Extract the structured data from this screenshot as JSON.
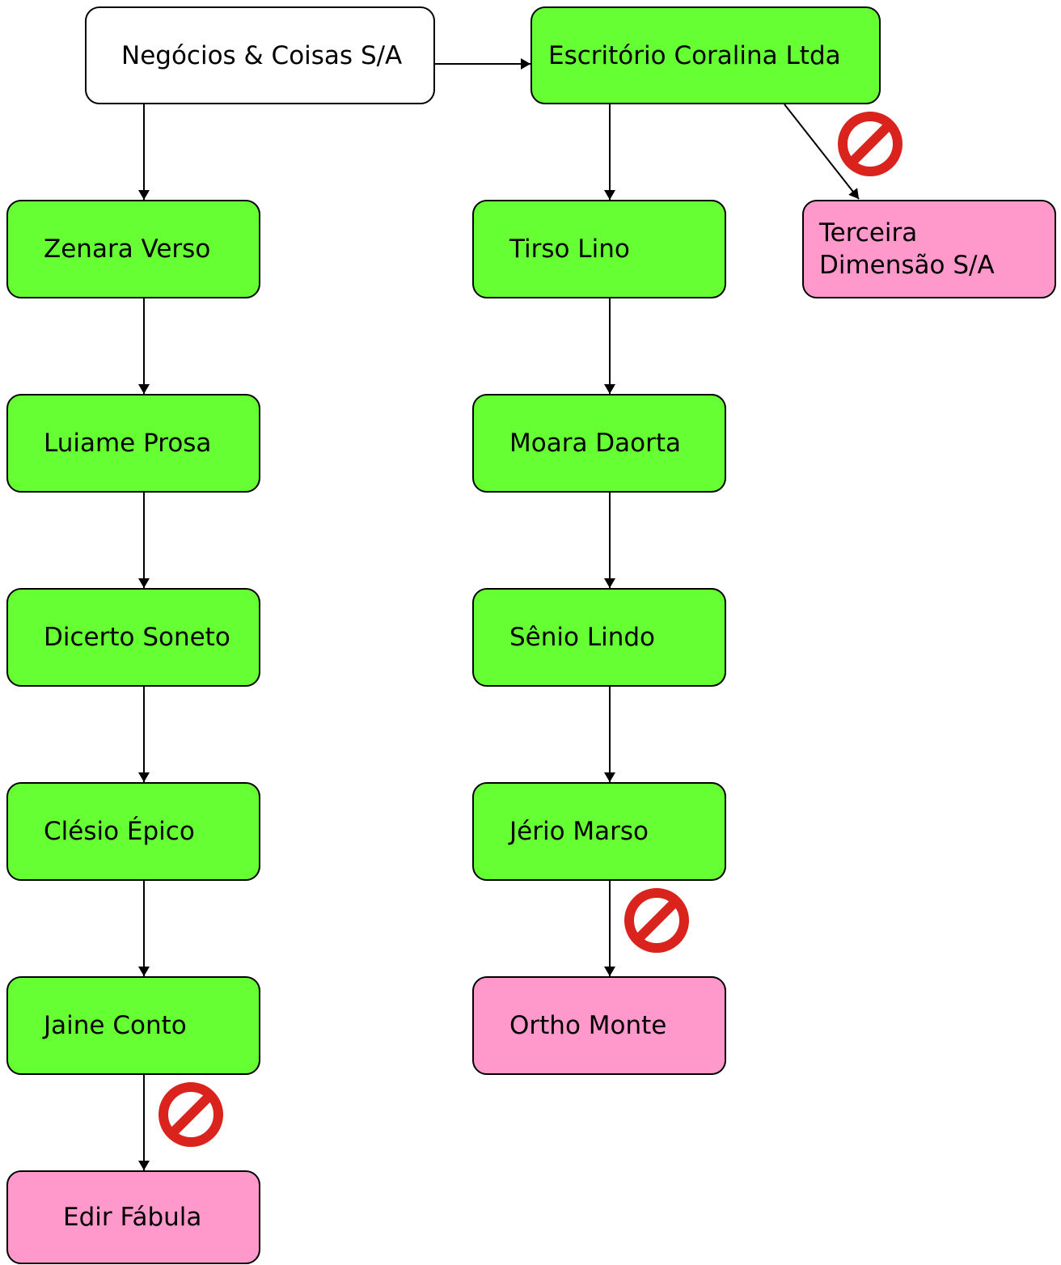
{
  "colors": {
    "origin_fill": "#ffffff",
    "allowed_fill": "#66ff33",
    "blocked_fill": "#ff99cc",
    "blocked_icon": "#d9231c",
    "line": "#000000"
  },
  "nodes": {
    "negocios": {
      "label": "Negócios & Coisas S/A",
      "status": "origin"
    },
    "escritorio": {
      "label": "Escritório Coralina Ltda",
      "status": "allowed"
    },
    "terceira": {
      "label": "Terceira\nDimensão S/A",
      "status": "blocked"
    },
    "zenara": {
      "label": "Zenara Verso",
      "status": "allowed"
    },
    "luiame": {
      "label": "Luiame Prosa",
      "status": "allowed"
    },
    "dicerto": {
      "label": "Dicerto Soneto",
      "status": "allowed"
    },
    "clesio": {
      "label": "Clésio Épico",
      "status": "allowed"
    },
    "jaine": {
      "label": "Jaine Conto",
      "status": "allowed"
    },
    "edir": {
      "label": "Edir Fábula",
      "status": "blocked"
    },
    "tirso": {
      "label": "Tirso Lino",
      "status": "allowed"
    },
    "moara": {
      "label": "Moara Daorta",
      "status": "allowed"
    },
    "senio": {
      "label": "Sênio Lindo",
      "status": "allowed"
    },
    "jerio": {
      "label": "Jério Marso",
      "status": "allowed"
    },
    "ortho": {
      "label": "Ortho Monte",
      "status": "blocked"
    }
  },
  "edges": [
    {
      "from": "negocios",
      "to": "escritorio",
      "blocked": false
    },
    {
      "from": "negocios",
      "to": "zenara",
      "blocked": false
    },
    {
      "from": "zenara",
      "to": "luiame",
      "blocked": false
    },
    {
      "from": "luiame",
      "to": "dicerto",
      "blocked": false
    },
    {
      "from": "dicerto",
      "to": "clesio",
      "blocked": false
    },
    {
      "from": "clesio",
      "to": "jaine",
      "blocked": false
    },
    {
      "from": "jaine",
      "to": "edir",
      "blocked": true
    },
    {
      "from": "escritorio",
      "to": "tirso",
      "blocked": false
    },
    {
      "from": "tirso",
      "to": "moara",
      "blocked": false
    },
    {
      "from": "moara",
      "to": "senio",
      "blocked": false
    },
    {
      "from": "senio",
      "to": "jerio",
      "blocked": false
    },
    {
      "from": "jerio",
      "to": "ortho",
      "blocked": true
    },
    {
      "from": "escritorio",
      "to": "terceira",
      "blocked": true
    }
  ]
}
